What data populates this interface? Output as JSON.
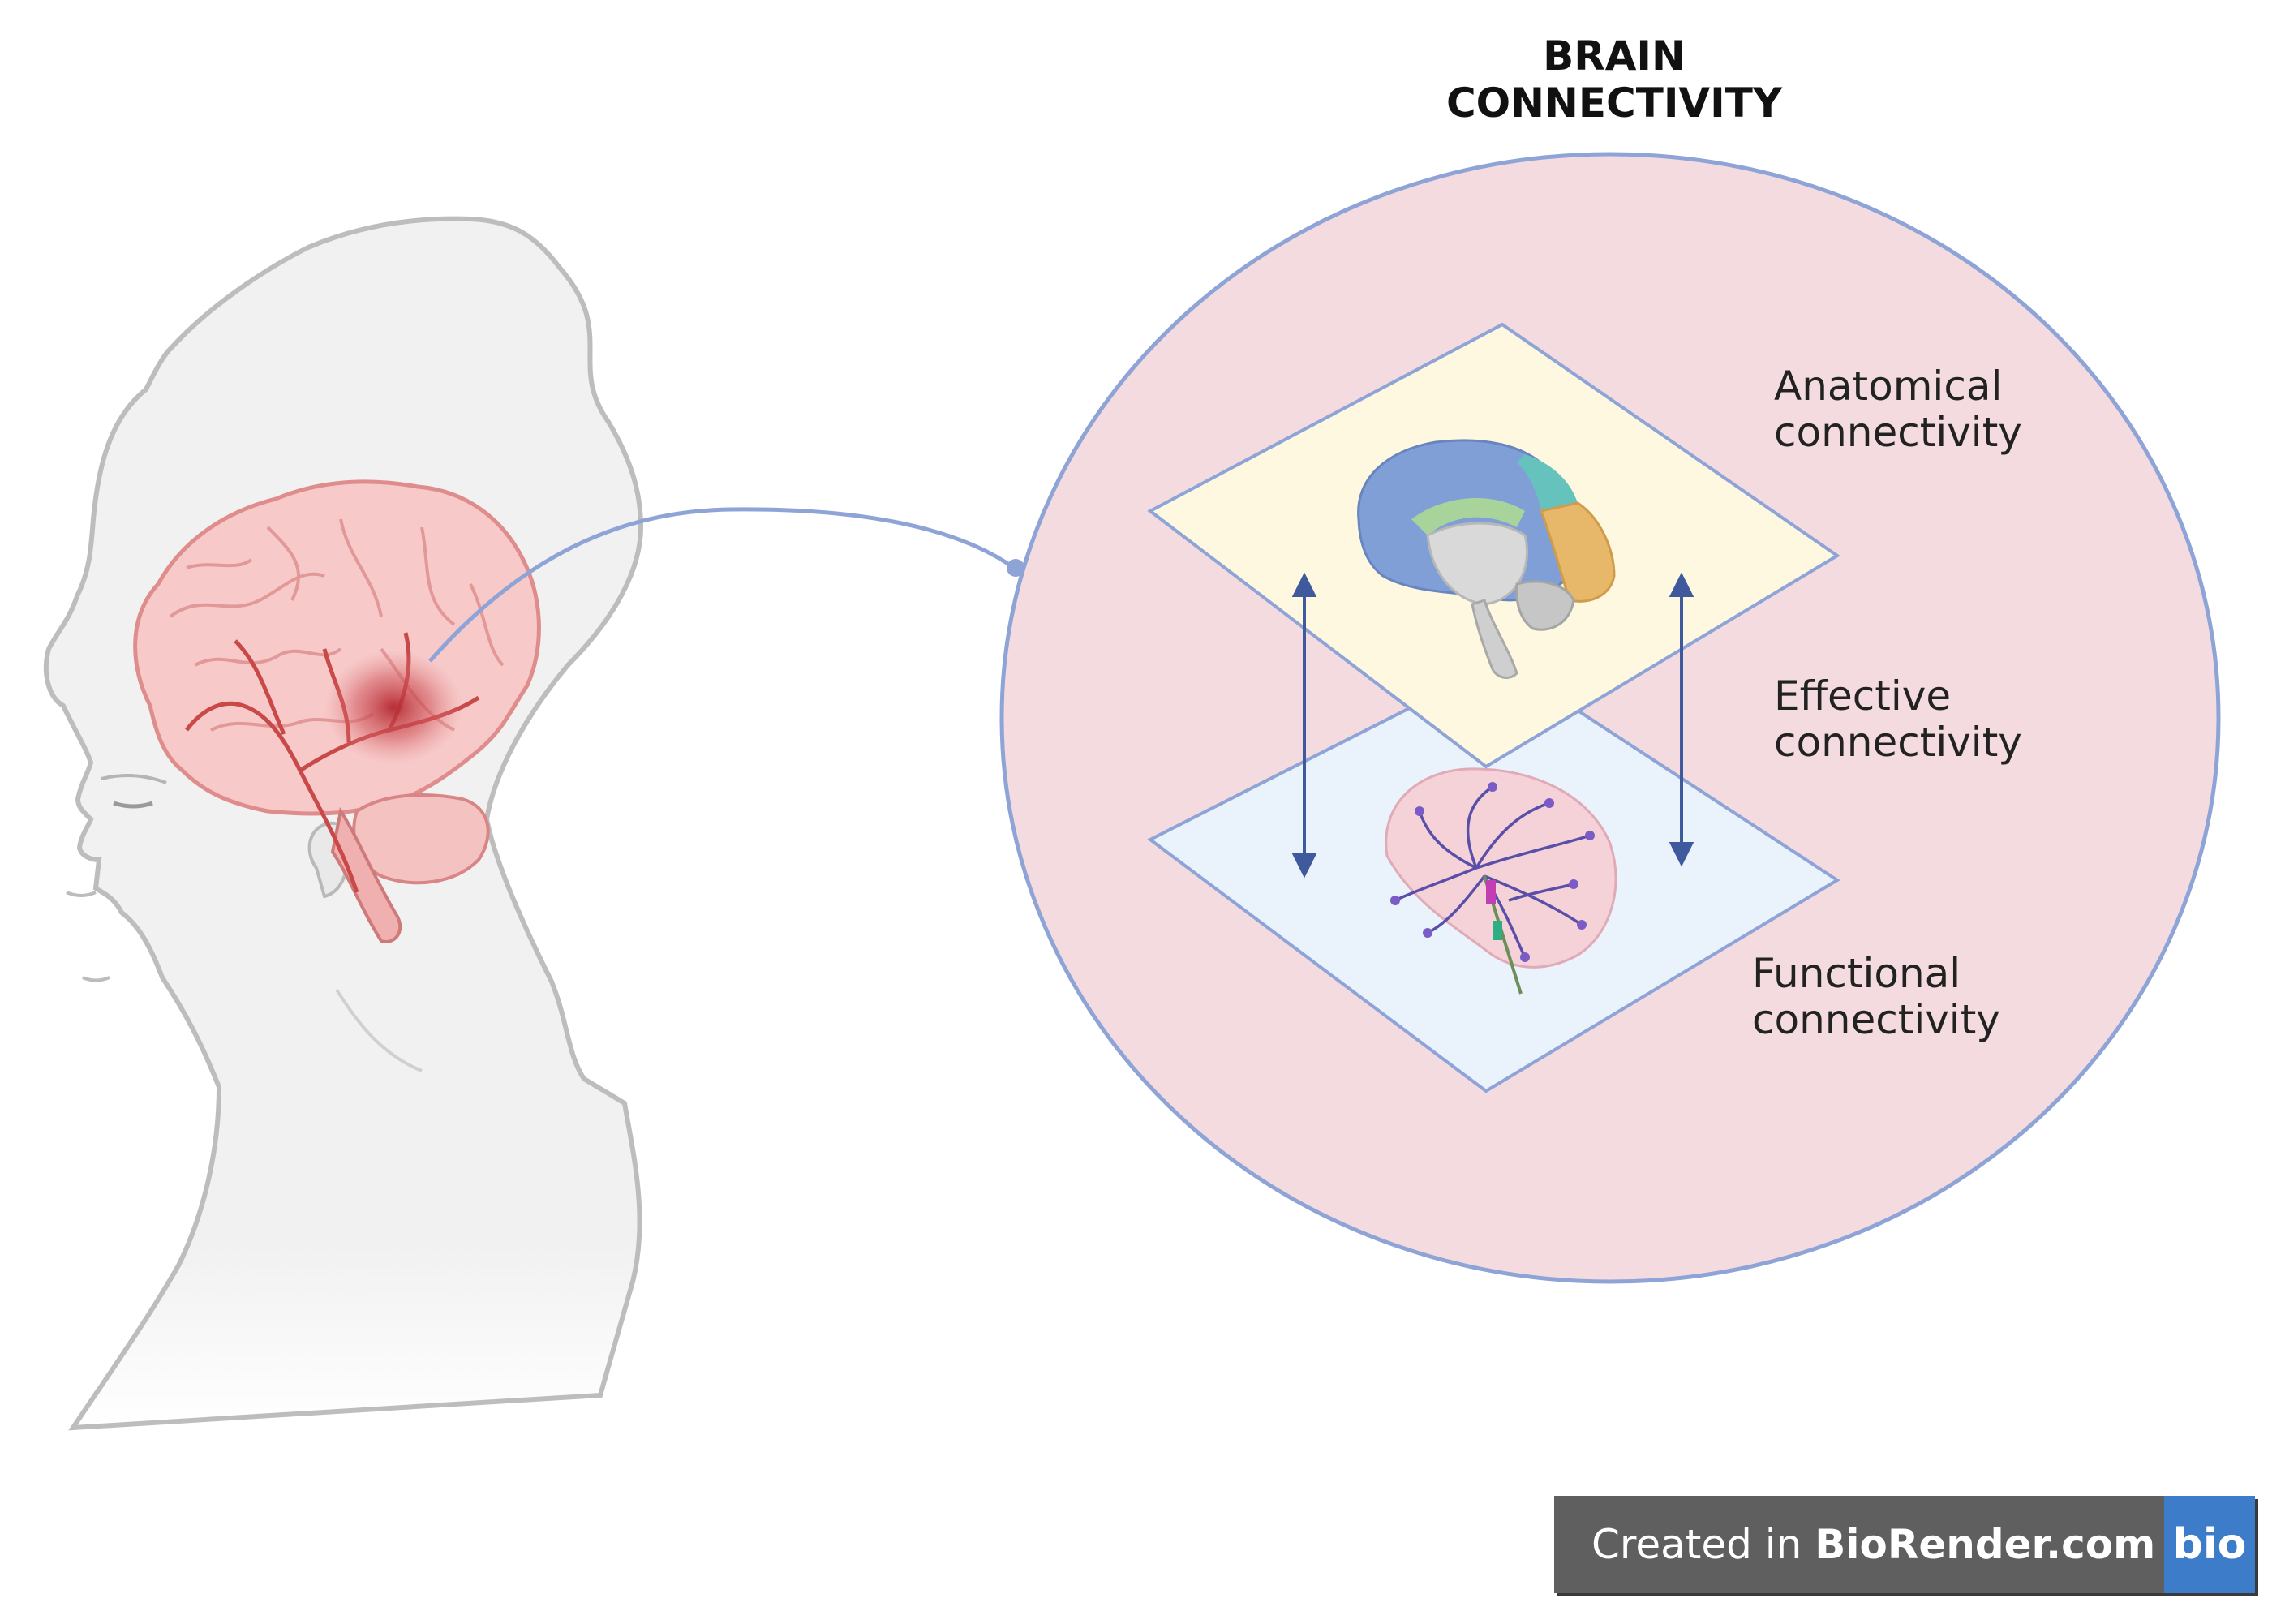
{
  "title": {
    "line1": "BRAIN",
    "line2": "CONNECTIVITY"
  },
  "layers": {
    "anatomical": {
      "line1": "Anatomical",
      "line2": "connectivity"
    },
    "effective": {
      "line1": "Effective",
      "line2": "connectivity"
    },
    "functional": {
      "line1": "Functional",
      "line2": "connectivity"
    }
  },
  "badge": {
    "prefix": "Created in ",
    "brand": "BioRender.com",
    "logo": "bio"
  },
  "colors": {
    "circle_fill": "#f3dbdf",
    "circle_stroke": "#8ea3d6",
    "anatomical_plane": "#fdf8df",
    "functional_plane": "#eaf2fb",
    "arrow": "#3f5a9c",
    "brain_red": "#e07878",
    "skin": "#f1f1f1"
  }
}
